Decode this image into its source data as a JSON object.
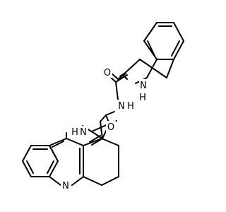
{
  "atoms": {
    "carbonyl_o1": "O",
    "amide_n1": "N",
    "amide_h1": "H",
    "ring_n": "N",
    "ring_h": "H",
    "carbonyl_o2": "O",
    "amide_n2": "N",
    "amide_h2": "H",
    "acridine_n": "N"
  }
}
